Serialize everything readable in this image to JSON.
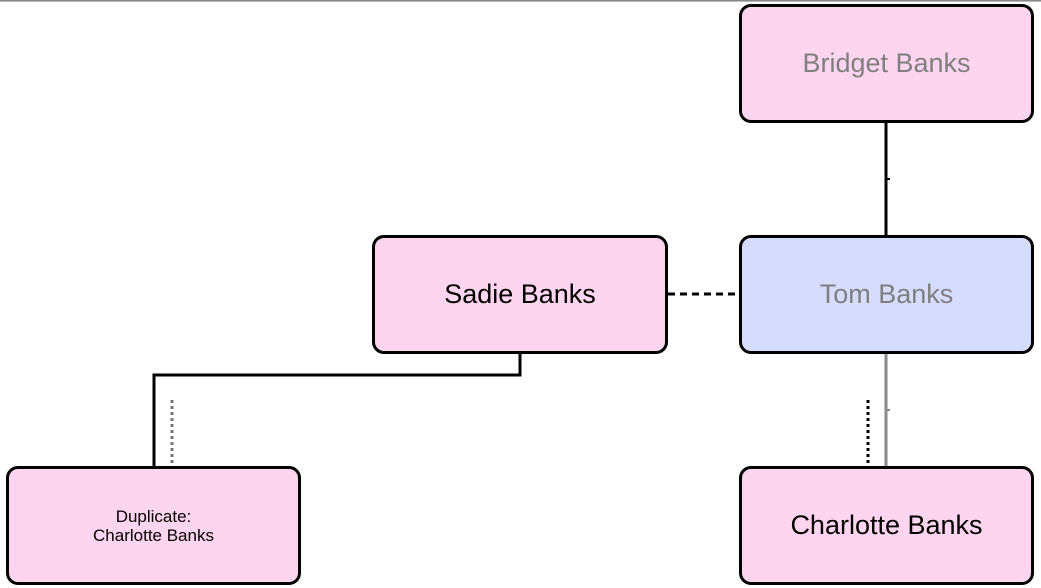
{
  "colors": {
    "female_fill": "#fed5ee",
    "male_fill": "#d6dcfe",
    "border": "#000000",
    "name_dark": "#000000",
    "name_muted": "#7f7f7f"
  },
  "nodes": {
    "bridget": {
      "label": "Bridget Banks",
      "fill": "#fed5ee",
      "text_color": "#7f7f7f"
    },
    "sadie": {
      "label": "Sadie Banks",
      "fill": "#fed5ee",
      "text_color": "#000000"
    },
    "tom": {
      "label": "Tom Banks",
      "fill": "#d6dcfe",
      "text_color": "#7f7f7f"
    },
    "charlotte": {
      "label": "Charlotte Banks",
      "fill": "#fed5ee",
      "text_color": "#000000"
    },
    "duplicate": {
      "line1": "Duplicate:",
      "line2": "Charlotte Banks",
      "fill": "#fed5ee",
      "text_color": "#000000"
    }
  },
  "connectors": [
    {
      "from": "bridget",
      "to": "tom",
      "style": "solid",
      "kind": "parent-child"
    },
    {
      "from": "sadie",
      "to": "tom",
      "style": "dashed",
      "kind": "partner"
    },
    {
      "from": "tom",
      "to": "charlotte",
      "style": "solid-gray",
      "kind": "parent-child"
    },
    {
      "from": "tom",
      "to": "charlotte",
      "style": "dotted",
      "kind": "partner-child"
    },
    {
      "from": "sadie",
      "to": "duplicate",
      "style": "solid",
      "kind": "parent-child"
    },
    {
      "from": "sadie",
      "to": "duplicate",
      "style": "dotted-gray",
      "kind": "partner-child"
    }
  ]
}
